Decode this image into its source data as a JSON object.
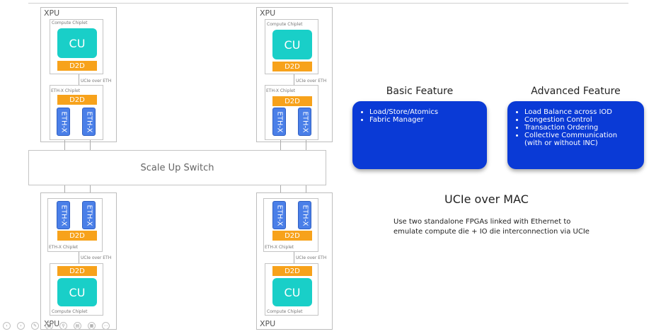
{
  "diagram": {
    "xpu_label": "XPU",
    "compute_chiplet_label": "Compute Chiplet",
    "eth_chiplet_label": "ETH-X Chiplet",
    "cu_label": "CU",
    "d2d_label": "D2D",
    "eth_label": "ETH-X",
    "link_label": "UCIe over ETH",
    "switch_label": "Scale Up Switch"
  },
  "features": {
    "basic": {
      "title": "Basic Feature",
      "items": [
        "Load/Store/Atomics",
        "Fabric Manager"
      ]
    },
    "advanced": {
      "title": "Advanced Feature",
      "items": [
        "Load Balance across IOD",
        "Congestion Control",
        "Transaction Ordering",
        "Collective Communication",
        "(with or without INC)"
      ]
    }
  },
  "ucie": {
    "title": "UCIe over MAC",
    "line1": "Use two standalone FPGAs linked with Ethernet to",
    "line2": "emulate compute die + IO die interconnection via UCIe"
  },
  "colors": {
    "cu": "#19cfc8",
    "d2d": "#f7a21b",
    "eth": "#4a7fe8",
    "feature_box": "#0a3ad6"
  },
  "controls": [
    "arrow-left-icon",
    "arrow-right-icon",
    "pen-icon",
    "screen-icon",
    "zoom-icon",
    "subtitles-icon",
    "grid-icon",
    "more-icon"
  ]
}
